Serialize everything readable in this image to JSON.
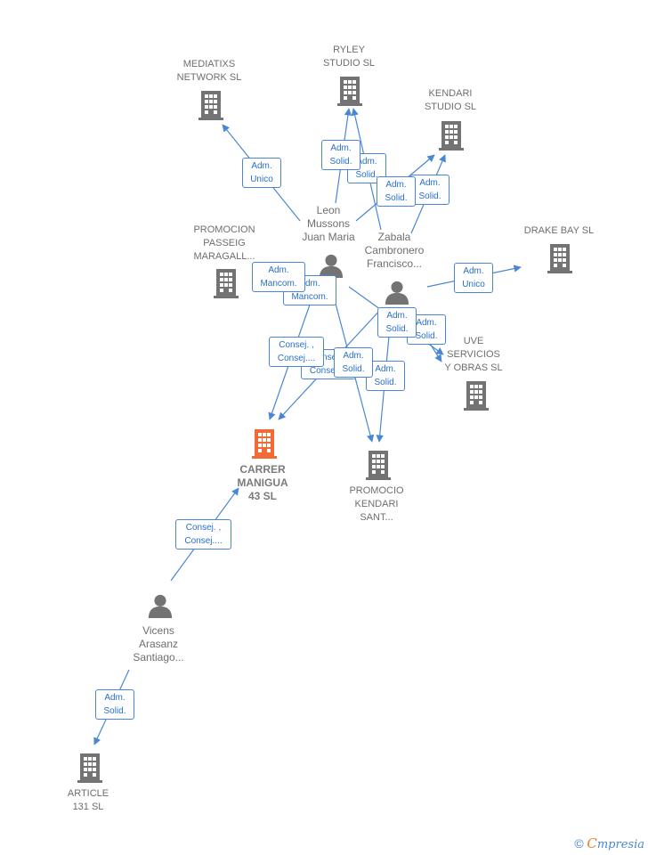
{
  "companies": [
    {
      "id": "mediatixs",
      "label": "MEDIATIXS\nNETWORK  SL"
    },
    {
      "id": "ryley",
      "label": "RYLEY\nSTUDIO  SL"
    },
    {
      "id": "kendari_studio",
      "label": "KENDARI\nSTUDIO  SL"
    },
    {
      "id": "promocion_passeig",
      "label": "PROMOCION\nPASSEIG\nMARAGALL..."
    },
    {
      "id": "drake_bay",
      "label": "DRAKE BAY  SL"
    },
    {
      "id": "uve",
      "label": "UVE\nSERVICIOS\nY OBRAS SL"
    },
    {
      "id": "carrer_manigua",
      "label": "CARRER\nMANIGUA\n43  SL",
      "highlight": true
    },
    {
      "id": "promocio_kendari",
      "label": "PROMOCIO\nKENDARI\nSANT..."
    },
    {
      "id": "article",
      "label": "ARTICLE\n131 SL"
    }
  ],
  "people": [
    {
      "id": "leon",
      "label": "Leon\nMussons\nJuan Maria"
    },
    {
      "id": "zabala",
      "label": "Zabala\nCambronero\nFrancisco..."
    },
    {
      "id": "vicens",
      "label": "Vicens\nArasanz\nSantiago..."
    }
  ],
  "relations": [
    {
      "id": "r1",
      "label": "Adm.\nUnico"
    },
    {
      "id": "r2",
      "label": "Adm.\nSolid."
    },
    {
      "id": "r3",
      "label": "Adm.\nSolid."
    },
    {
      "id": "r4",
      "label": "Adm.\nSolid."
    },
    {
      "id": "r5",
      "label": "Adm.\nSolid."
    },
    {
      "id": "r6",
      "label": "Adm.\nUnico"
    },
    {
      "id": "r7",
      "label": "Adm.\nMancom."
    },
    {
      "id": "r8",
      "label": "Adm.\nMancom."
    },
    {
      "id": "r9",
      "label": "Adm.\nSolid."
    },
    {
      "id": "r10",
      "label": "Adm.\nSolid."
    },
    {
      "id": "r11",
      "label": "Consej. ,\nConsej...."
    },
    {
      "id": "r12",
      "label": "Consej. ,\nConsej...."
    },
    {
      "id": "r13",
      "label": "Adm.\nSolid."
    },
    {
      "id": "r14",
      "label": "Adm.\nSolid."
    },
    {
      "id": "r15",
      "label": "Consej. ,\nConsej...."
    },
    {
      "id": "r16",
      "label": "Adm.\nSolid."
    }
  ],
  "colors": {
    "building": "#737373",
    "building_highlight": "#f26a35",
    "person": "#737373",
    "edge": "#4a86d6"
  },
  "brand": {
    "copyright": "©",
    "name_first": "C",
    "name_rest": "mpresia"
  }
}
